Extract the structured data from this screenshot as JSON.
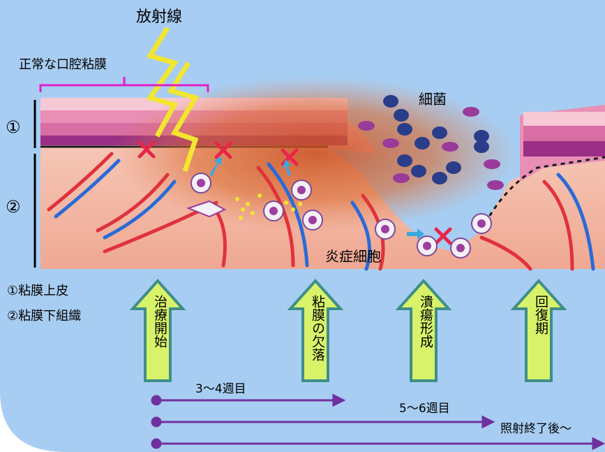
{
  "title": "放射線",
  "normal_mucosa_label": "正常な口腔粘膜",
  "bacteria_label": "細菌",
  "inflammatory_cells_label": "炎症細胞",
  "layer_markers": [
    "①",
    "②"
  ],
  "legend": [
    "①粘膜上皮",
    "②粘膜下組織"
  ],
  "stages": [
    "治療開始",
    "粘膜の欠落",
    "潰瘍形成",
    "回復期"
  ],
  "timeline": [
    "3〜4週目",
    "5〜6週目",
    "照射終了後〜"
  ],
  "colors": {
    "background": "#a8cdf2",
    "stage_arrow_fill": "#d8f26a",
    "stage_arrow_stroke": "#3f8f88",
    "timeline": "#7030a0",
    "mark_x": "#e8264a",
    "bracket": "#e020c8"
  }
}
